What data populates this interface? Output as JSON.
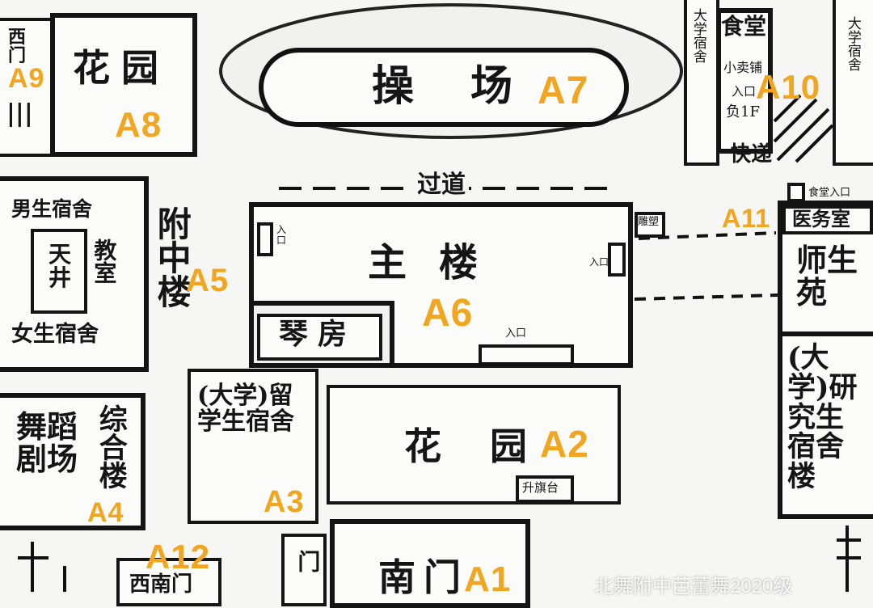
{
  "colors": {
    "ink": "#151515",
    "code": "#f2a51e",
    "paper": "#f6f6f4"
  },
  "labels": {
    "west_gate": "西门",
    "garden_north": "花园",
    "playground": "操场",
    "canteen": "食堂",
    "snack_shop": "小卖铺",
    "entrance_b1": "入口",
    "floor_b1": "负1F",
    "univ_dorm_left": "大学宿舍",
    "univ_dorm_right": "大学宿舍",
    "courier": "快递",
    "passage": "过道",
    "canteen_entrance": "食堂入口",
    "boys_dorm": "男生宿舍",
    "courtyard": "天井",
    "classroom": "教室",
    "girls_dorm": "女生宿舍",
    "affiliated_building": "附中楼",
    "main_building": "主楼",
    "piano_room": "琴房",
    "entrance_main_left": "入口",
    "entrance_main_right": "入口",
    "entrance_main_bottom": "入口",
    "sculpture_room": "雕塑",
    "clinic": "医务室",
    "teacher_garden": "师生苑",
    "grad_dorm": "(大学)研究生宿舍楼",
    "dance_theatre": "舞蹈剧场",
    "complex_building": "综合楼",
    "intl_dorm": "(大学)留学生宿舍",
    "garden_south": "花园",
    "flag_platform": "升旗台",
    "south_gate": "南门",
    "southwest_gate": "西南门",
    "gate_small": "门",
    "watermark": "北舞附中芭蕾舞2020级"
  },
  "codes": {
    "a1": "A1",
    "a2": "A2",
    "a3": "A3",
    "a4": "A4",
    "a5": "A5",
    "a6": "A6",
    "a7": "A7",
    "a8": "A8",
    "a9": "A9",
    "a10": "A10",
    "a11": "A11",
    "a12": "A12"
  }
}
